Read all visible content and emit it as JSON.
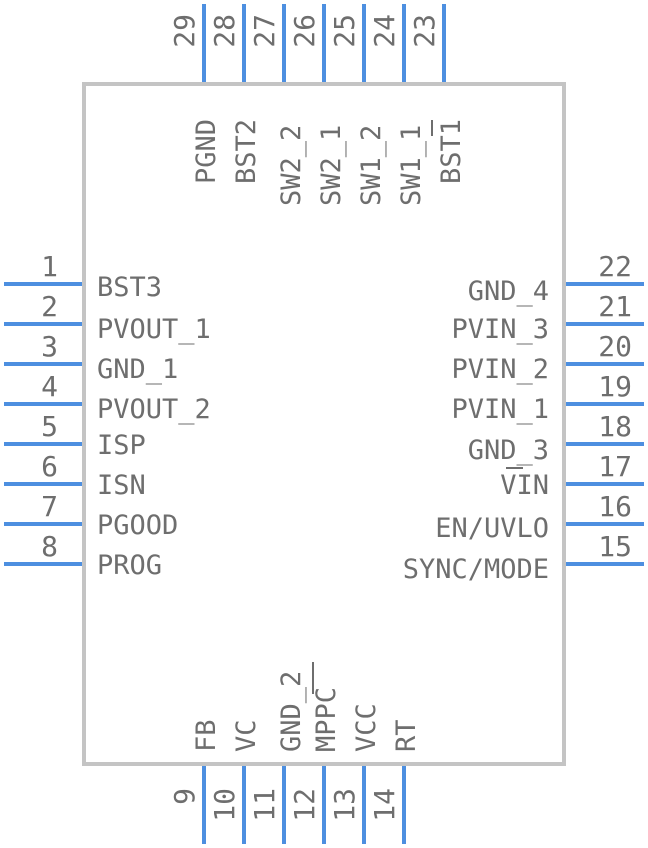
{
  "pins": {
    "left": [
      {
        "num": "1",
        "name": "BST3"
      },
      {
        "num": "2",
        "name": "PVOUT_1"
      },
      {
        "num": "3",
        "name": "GND_1"
      },
      {
        "num": "4",
        "name": "PVOUT_2"
      },
      {
        "num": "5",
        "name": "ISP"
      },
      {
        "num": "6",
        "name": "ISN"
      },
      {
        "num": "7",
        "name": "PGOOD"
      },
      {
        "num": "8",
        "name": "PROG"
      }
    ],
    "right": [
      {
        "num": "22",
        "name": "GND_4"
      },
      {
        "num": "21",
        "name": "PVIN_3"
      },
      {
        "num": "20",
        "name": "PVIN_2"
      },
      {
        "num": "19",
        "name": "PVIN_1"
      },
      {
        "num": "18",
        "name": "GND_3"
      },
      {
        "num": "17",
        "name": "VIN"
      },
      {
        "num": "16",
        "name": "EN/UVLO"
      },
      {
        "num": "15",
        "name": "SYNC/MODE"
      }
    ],
    "bottom": [
      {
        "num": "9",
        "name": "FB"
      },
      {
        "num": "10",
        "name": "VC"
      },
      {
        "num": "11",
        "name": "GND_2"
      },
      {
        "num": "12",
        "name": "MPPC"
      },
      {
        "num": "13",
        "name": "VCC"
      },
      {
        "num": "14",
        "name": "RT"
      }
    ],
    "top": [
      {
        "num": "29",
        "name": "PGND"
      },
      {
        "num": "28",
        "name": "BST2"
      },
      {
        "num": "27",
        "name": "SW2_2"
      },
      {
        "num": "26",
        "name": "SW2_1"
      },
      {
        "num": "25",
        "name": "SW1_2"
      },
      {
        "num": "24",
        "name": "SW1_1"
      },
      {
        "num": "23",
        "name": "BST1"
      }
    ]
  },
  "colors": {
    "pin": "#4d8fe0",
    "body": "#c4c4c4",
    "text": "#6e6e6e"
  }
}
